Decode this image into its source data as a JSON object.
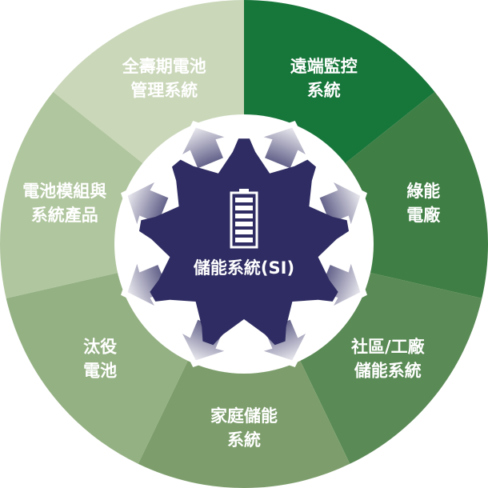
{
  "center": {
    "label": "儲能系統(SI)",
    "icon": "battery-icon",
    "color": "#2e2c62"
  },
  "segments": [
    {
      "lines": [
        "遠端監控",
        "系統"
      ],
      "color": "#17763a"
    },
    {
      "lines": [
        "綠能",
        "電廠"
      ],
      "color": "#3f7e44"
    },
    {
      "lines": [
        "社區/工廠",
        "儲能系統"
      ],
      "color": "#5a8a55"
    },
    {
      "lines": [
        "家庭儲能",
        "系統"
      ],
      "color": "#7d9e6c"
    },
    {
      "lines": [
        "汰役",
        "電池"
      ],
      "color": "#94b183"
    },
    {
      "lines": [
        "電池模組與",
        "系統產品"
      ],
      "color": "#b0c69e"
    },
    {
      "lines": [
        "全壽期電池",
        "管理系統"
      ],
      "color": "#cad7b9"
    }
  ]
}
